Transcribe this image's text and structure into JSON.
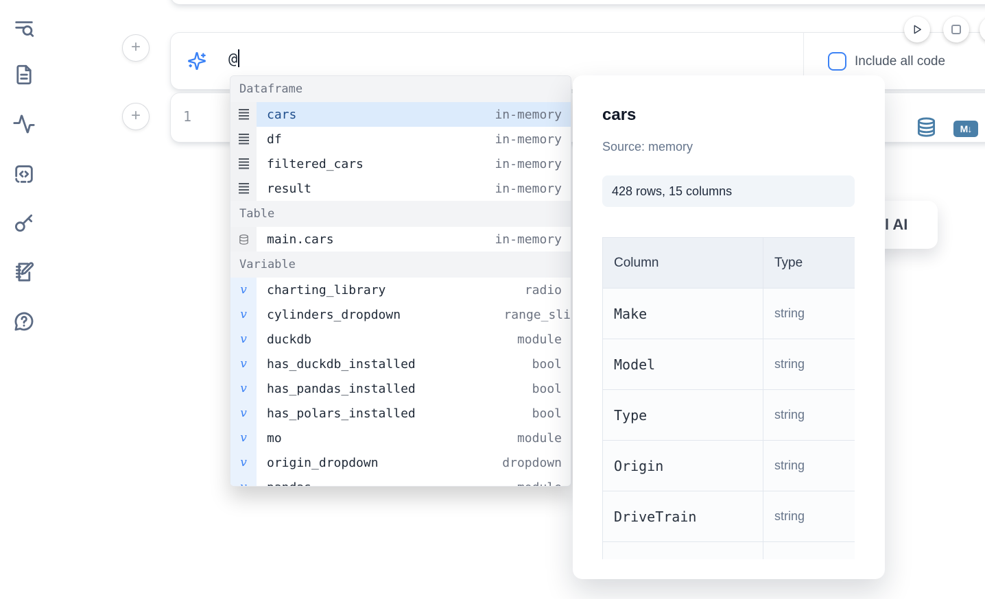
{
  "colors": {
    "accent_blue": "#3b82f6",
    "sidebar_icon": "#5c6b84",
    "steel_blue": "#4a7fa8",
    "selected_row_bg": "#dcebfc",
    "selected_row_text": "#1f4e8c"
  },
  "sidebar": {
    "icons": [
      "list-search-icon",
      "document-icon",
      "activity-icon",
      "code-block-icon",
      "key-icon",
      "notebook-edit-icon",
      "help-chat-icon"
    ]
  },
  "ai_prompt": {
    "value": "@",
    "include_all_code_label": "Include all code",
    "checkbox_checked": false
  },
  "code_cell": {
    "line_number": "1",
    "markdown_badge": "M↓"
  },
  "ai_card": {
    "clipped_label": "l AI"
  },
  "autocomplete": {
    "sections": [
      {
        "label": "Dataframe",
        "items": [
          {
            "name": "cars",
            "type": "in-memory",
            "selected": true
          },
          {
            "name": "df",
            "type": "in-memory"
          },
          {
            "name": "filtered_cars",
            "type": "in-memory"
          },
          {
            "name": "result",
            "type": "in-memory"
          }
        ]
      },
      {
        "label": "Table",
        "items": [
          {
            "name": "main.cars",
            "type": "in-memory"
          }
        ]
      },
      {
        "label": "Variable",
        "items": [
          {
            "name": "charting_library",
            "type": "radio"
          },
          {
            "name": "cylinders_dropdown",
            "type": "range_sli"
          },
          {
            "name": "duckdb",
            "type": "module"
          },
          {
            "name": "has_duckdb_installed",
            "type": "bool"
          },
          {
            "name": "has_pandas_installed",
            "type": "bool"
          },
          {
            "name": "has_polars_installed",
            "type": "bool"
          },
          {
            "name": "mo",
            "type": "module"
          },
          {
            "name": "origin_dropdown",
            "type": "dropdown"
          },
          {
            "name": "pandas",
            "type": "module",
            "clipped": true
          }
        ]
      }
    ]
  },
  "preview_panel": {
    "title": "cars",
    "source": "Source: memory",
    "summary": "428 rows, 15 columns",
    "table": {
      "headers": [
        "Column",
        "Type"
      ],
      "rows": [
        {
          "column": "Make",
          "type": "string"
        },
        {
          "column": "Model",
          "type": "string"
        },
        {
          "column": "Type",
          "type": "string"
        },
        {
          "column": "Origin",
          "type": "string"
        },
        {
          "column": "DriveTrain",
          "type": "string"
        }
      ]
    }
  }
}
